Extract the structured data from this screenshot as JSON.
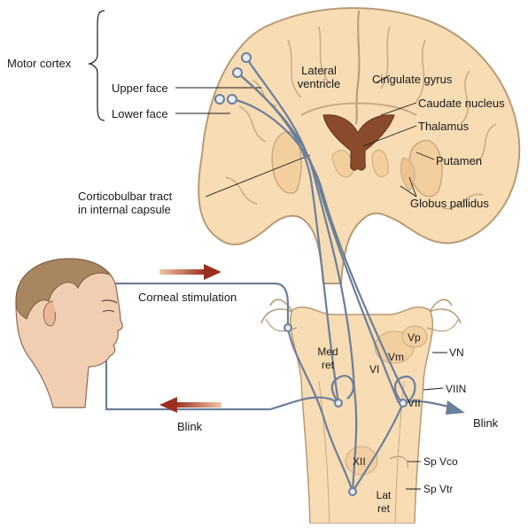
{
  "labels": {
    "motor_cortex": "Motor cortex",
    "upper_face": "Upper face",
    "lower_face": "Lower face",
    "lateral_ventricle_line1": "Lateral",
    "lateral_ventricle_line2": "ventricle",
    "cingulate_gyrus": "Cingulate gyrus",
    "caudate_nucleus": "Caudate nucleus",
    "thalamus": "Thalamus",
    "putamen": "Putamen",
    "globus_pallidus": "Globus pallidus",
    "corticobulbar_line1": "Corticobulbar tract",
    "corticobulbar_line2": "in internal capsule",
    "corneal_stimulation": "Corneal stimulation",
    "blink_left": "Blink",
    "blink_right": "Blink",
    "med_ret_line1": "Med",
    "med_ret_line2": "ret",
    "vi": "VI",
    "vm": "Vm",
    "vp": "Vp",
    "vn": "VN",
    "vii": "VII",
    "viin": "VIIN",
    "xii": "XII",
    "sp_vco": "Sp Vco",
    "sp_vtr": "Sp Vtr",
    "lat_ret_line1": "Lat",
    "lat_ret_line2": "ret"
  },
  "colors": {
    "brain_fill": "#f7dcb4",
    "brain_stroke": "#b89a74",
    "pathway": "#6b7f9a",
    "ventricle": "#8a4a2c",
    "arrow": "#9b2f1f"
  }
}
